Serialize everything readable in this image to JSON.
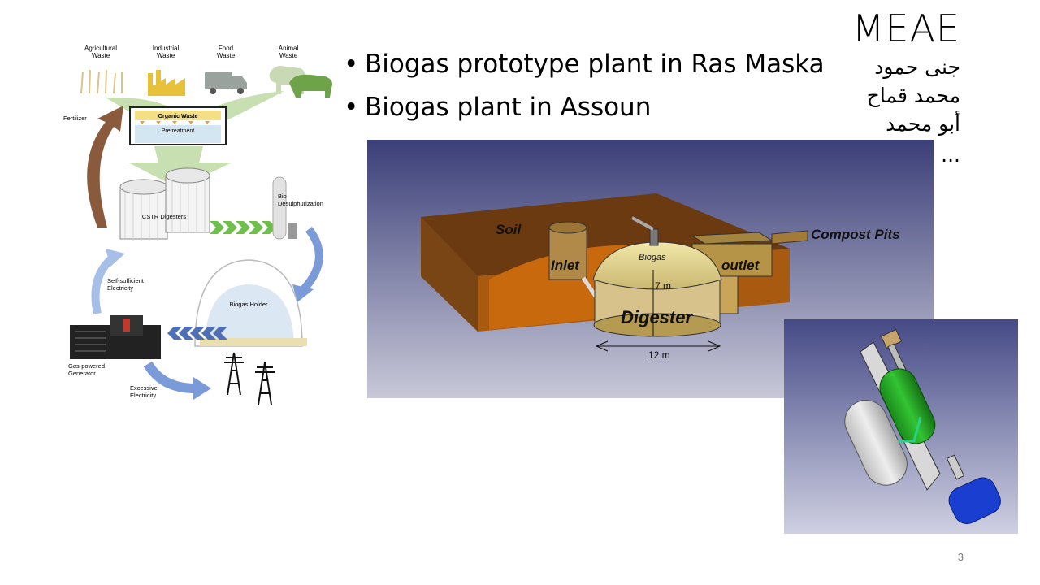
{
  "slide": {
    "org": "MEAE",
    "names": [
      "جنى حمود",
      "محمد قماح",
      "أبو محمد",
      "..."
    ],
    "bullets": [
      "Biogas prototype plant in Ras Maska",
      "Biogas plant in Assoun"
    ],
    "page_number": "3"
  },
  "diagram": {
    "sources": [
      "Agricultural",
      "Waste",
      "Industrial",
      "Waste",
      "Food",
      "Waste",
      "Animal",
      "Waste"
    ],
    "organic_waste": "Organic Waste",
    "pretreatment": "Pretreatment",
    "fertilizer": "Fertilizer",
    "cstr": "CSTR Digesters",
    "bio_desulph": [
      "Bio",
      "Desulphurization"
    ],
    "self_sufficient": [
      "Self-sufficient",
      "Electricity"
    ],
    "biogas_holder": "Biogas Holder",
    "generator": [
      "Gas-powered",
      "Generator"
    ],
    "excessive": [
      "Excessive",
      "Electricity"
    ]
  },
  "plant_model": {
    "soil": "Soil",
    "inlet": "Inlet",
    "outlet": "outlet",
    "biogas": "Biogas",
    "compost": "Compost Pits",
    "digester": "Digester",
    "height": "7 m",
    "width": "12 m"
  },
  "colors": {
    "accent_green": "#8fbf6a",
    "arrow_blue": "#7a9ad8",
    "arrow_brown": "#8a5a3c"
  }
}
